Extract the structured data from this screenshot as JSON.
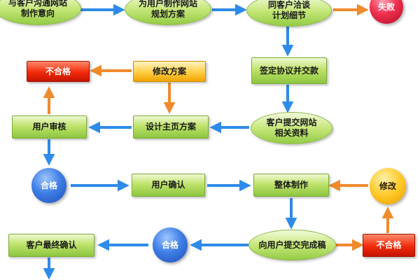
{
  "nodes": {
    "communicate": "与客户沟通网站\n制作意向",
    "plan": "为用户制作网站\n规划方案",
    "negotiate": "同客户洽谈\n计划细节",
    "fail": "失败",
    "sign": "签定协议并交款",
    "submit_info": "客户提交网站\n相关资料",
    "design_home": "设计主页方案",
    "user_review": "用户审核",
    "reject_1": "不合格",
    "revise_plan": "修改方案",
    "pass_1": "合格",
    "user_confirm": "用户确认",
    "full_build": "整体制作",
    "modify": "修改",
    "submit_final": "向用户提交完成稿",
    "reject_2": "不合格",
    "pass_2": "合格",
    "final_confirm": "客户最终确认"
  },
  "colors": {
    "blue_arrow": "#2e8bea",
    "orange_arrow": "#f08a2c"
  }
}
